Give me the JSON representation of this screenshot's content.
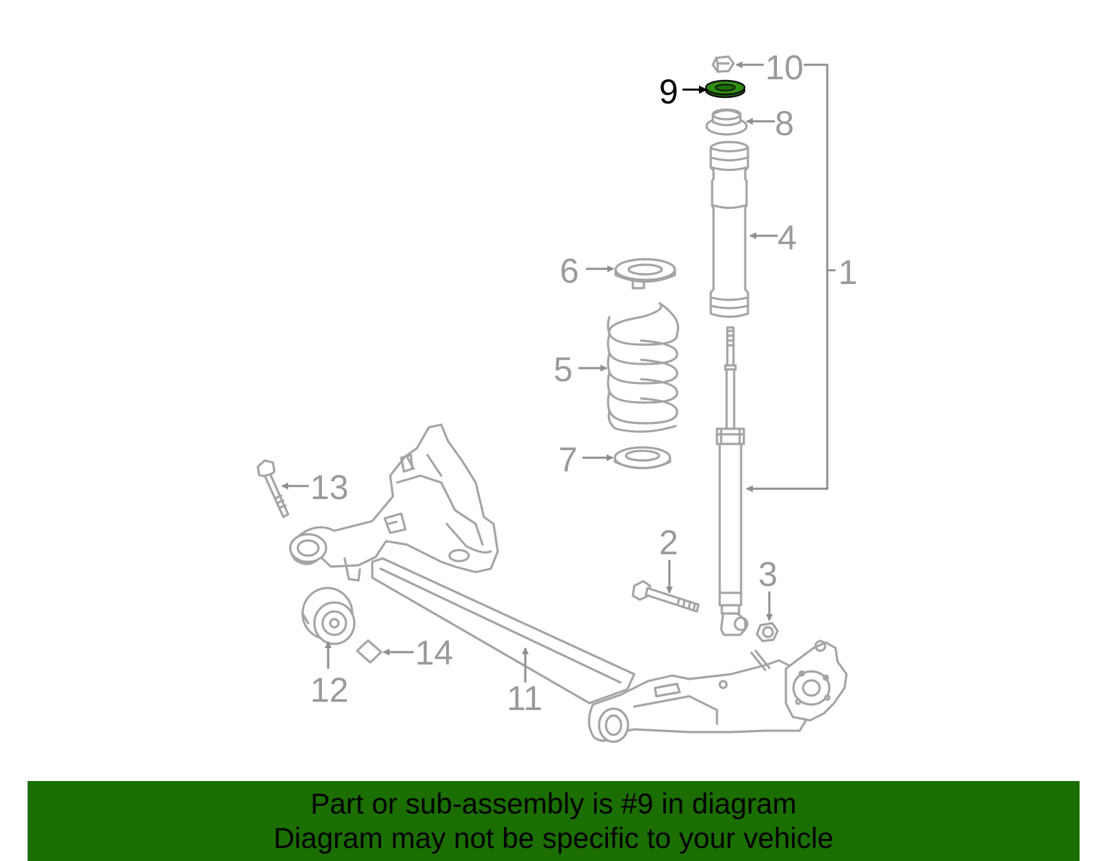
{
  "diagram": {
    "callouts": [
      "1",
      "2",
      "3",
      "4",
      "5",
      "6",
      "7",
      "8",
      "9",
      "10",
      "11",
      "12",
      "13",
      "14"
    ],
    "highlighted_part": "9",
    "highlight_color": "#1b6e00"
  },
  "banner": {
    "line1": "Part or sub-assembly is #9 in diagram",
    "line2": "Diagram may not be specific to your vehicle",
    "background": "#1b6e00"
  }
}
